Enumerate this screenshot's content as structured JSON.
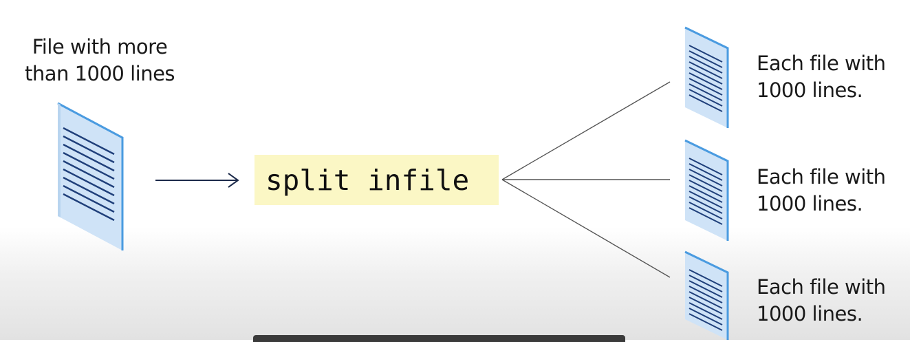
{
  "source": {
    "label_line1": "File with more",
    "label_line2": "than 1000 lines",
    "icon": "document-icon"
  },
  "command": {
    "text": "split infile",
    "background_color": "#fbf7c5"
  },
  "outputs": [
    {
      "label_line1": "Each file with",
      "label_line2": "1000 lines.",
      "icon": "document-icon"
    },
    {
      "label_line1": "Each file with",
      "label_line2": "1000 lines.",
      "icon": "document-icon"
    },
    {
      "label_line1": "Each file with",
      "label_line2": "1000 lines.",
      "icon": "document-icon"
    }
  ],
  "colors": {
    "document_fill": "#cfe3f7",
    "document_edge": "#4a9be0",
    "document_lines": "#1f3f7a",
    "connector": "#555555",
    "arrow": "#1c2a4a"
  }
}
